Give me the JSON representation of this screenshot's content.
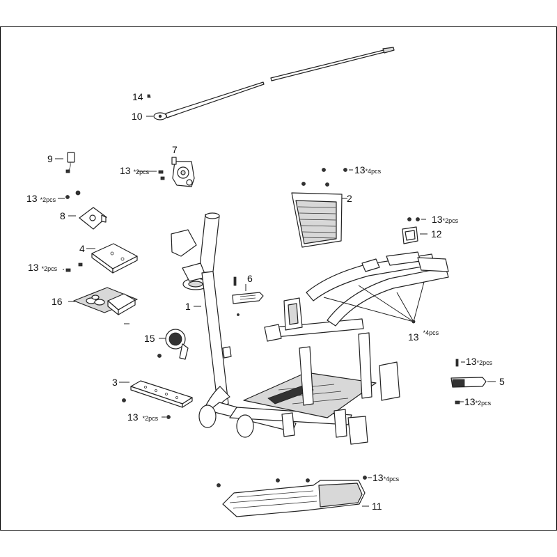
{
  "callouts": {
    "c1": "1",
    "c2": "2",
    "c3": "3",
    "c4": "4",
    "c5": "5",
    "c6": "6",
    "c7": "7",
    "c8": "8",
    "c9": "9",
    "c10": "10",
    "c11": "11",
    "c12": "12",
    "c14": "14",
    "c15": "15",
    "c16": "16"
  },
  "fasteners": {
    "f_top_4": {
      "num": "13",
      "qty": "*4pcs"
    },
    "f7_2": {
      "num": "13",
      "qty": "*2pcs"
    },
    "f8_2": {
      "num": "13",
      "qty": "*2pcs"
    },
    "f4_2": {
      "num": "13",
      "qty": "*2pcs"
    },
    "f12_2": {
      "num": "13",
      "qty": "*2pcs"
    },
    "f_frame_4": {
      "num": "13",
      "qty": "*4pcs"
    },
    "f5_top_2": {
      "num": "13",
      "qty": "*2pcs"
    },
    "f5_bot_2": {
      "num": "13",
      "qty": "*2pcs"
    },
    "f3_2": {
      "num": "13",
      "qty": "*2pcs"
    },
    "f11_4": {
      "num": "13",
      "qty": "*4pcs"
    }
  },
  "colors": {
    "line": "#222222",
    "fill": "#ffffff",
    "shade": "#d8d8d8",
    "border": "#000000"
  }
}
